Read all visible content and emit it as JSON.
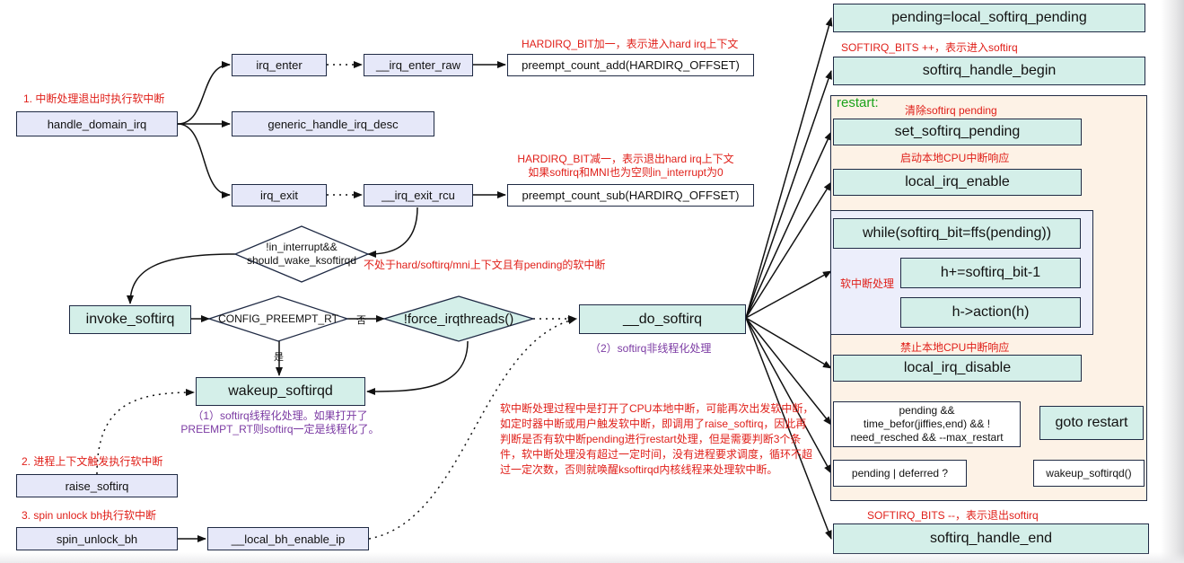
{
  "nodes": {
    "handle_domain_irq": "handle_domain_irq",
    "irq_enter": "irq_enter",
    "irq_enter_raw": "__irq_enter_raw",
    "preempt_count_add": "preempt_count_add(HARDIRQ_OFFSET)",
    "generic_handle_irq_desc": "generic_handle_irq_desc",
    "irq_exit": "irq_exit",
    "irq_exit_rcu": "__irq_exit_rcu",
    "preempt_count_sub": "preempt_count_sub(HARDIRQ_OFFSET)",
    "invoke_softirq": "invoke_softirq",
    "do_softirq": "__do_softirq",
    "wakeup_softirqd": "wakeup_softirqd",
    "raise_softirq": "raise_softirq",
    "spin_unlock_bh": "spin_unlock_bh",
    "local_bh_enable_ip": "__local_bh_enable_ip",
    "pending_local": "pending=local_softirq_pending",
    "softirq_handle_begin": "softirq_handle_begin",
    "set_softirq_pending": "set_softirq_pending",
    "local_irq_enable": "local_irq_enable",
    "while_ffs": "while(softirq_bit=ffs(pending))",
    "h_plus": "h+=softirq_bit-1",
    "h_action": "h->action(h)",
    "local_irq_disable": "local_irq_disable",
    "goto_restart": "goto restart",
    "wakeup_softirqd_fn": "wakeup_softirqd()",
    "softirq_handle_end": "softirq_handle_end"
  },
  "decisions": {
    "in_interrupt_line1": "!in_interrupt&&",
    "in_interrupt_line2": "should_wake_ksoftirqd",
    "config_preempt_rt": "CONFIG_PREEMPT_RT",
    "force_irqthreads": "!force_irqthreads()",
    "restart_cond_line1": "pending &&",
    "restart_cond_line2": "time_befor(jiffies,end) && !",
    "restart_cond_line3": "need_resched && --max_restart",
    "pending_deferred": "pending | deferred ?"
  },
  "labels": {
    "no": "否",
    "yes": "是",
    "restart": "restart:"
  },
  "notes": {
    "section1": "1. 中断处理退出时执行软中断",
    "section2": "2. 进程上下文触发执行软中断",
    "section3": "3. spin unlock bh执行软中断",
    "hardirq_add": "HARDIRQ_BIT加一，表示进入hard irq上下文",
    "hardirq_sub_line1": "HARDIRQ_BIT减一，表示退出hard irq上下文",
    "hardirq_sub_line2": "如果softirq和MNI也为空则in_interrupt为0",
    "not_in_hard": "不处于hard/softirq/mni上下文且有pending的软中断",
    "threaded_line1": "（1）softirq线程化处理。如果打开了",
    "threaded_line2": "PREEMPT_RT则softirq一定是线程化了。",
    "non_threaded": "（2）softirq非线程化处理",
    "softirq_bits_inc": "SOFTIRQ_BITS ++，表示进入softirq",
    "clear_pending": "清除softirq pending",
    "enable_cpu_irq": "启动本地CPU中断响应",
    "softirq_handling": "软中断处理",
    "disable_cpu_irq": "禁止本地CPU中断响应",
    "softirq_bits_dec": "SOFTIRQ_BITS --，表示退出softirq",
    "restart_desc": [
      "软中断处理过程中是打开了CPU本地中断，可能再次出发软中断，",
      "如定时器中断或用户触发软中断，即调用了raise_softirq，因此再",
      "判断是否有软中断pending进行restart处理，但是需要判断3个条",
      "件，软中断处理没有超过一定时间，没有进程要求调度，循环不超",
      "过一定次数，否则就唤醒ksoftirqd内核线程来处理软中断。"
    ]
  },
  "colors": {
    "blue_box": "#e6e8f9",
    "teal_box": "#d4efe9",
    "restart_region": "#fdf2e6",
    "loop_region": "#eceefb",
    "note_red": "#e0201a",
    "note_purple": "#7b3aa3",
    "restart_green": "#1aa31a"
  }
}
